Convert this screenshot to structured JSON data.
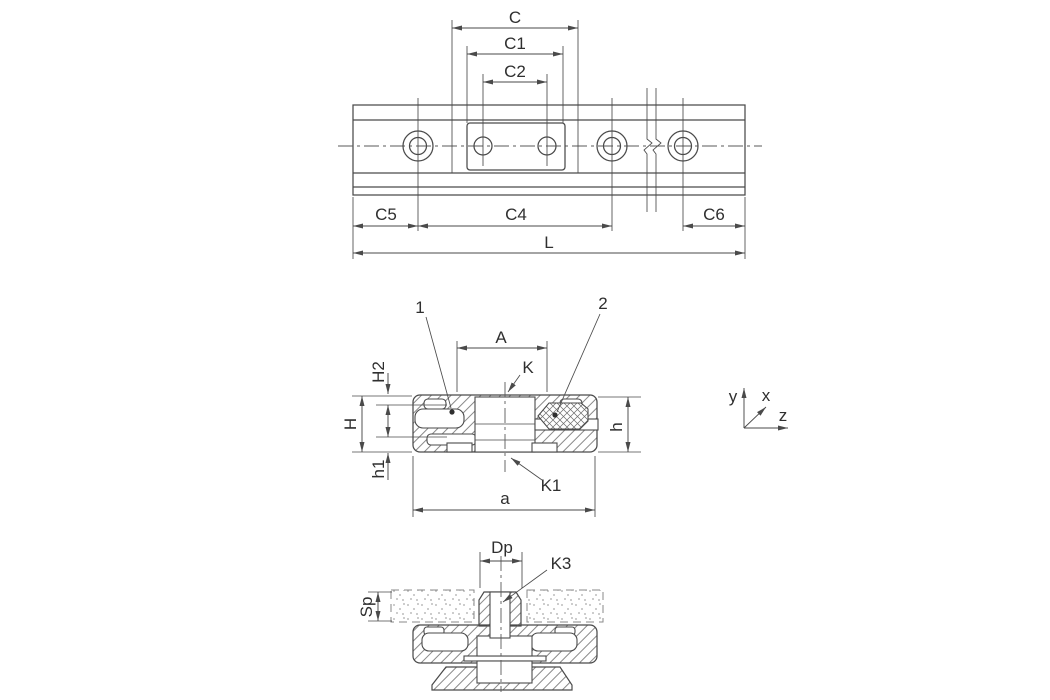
{
  "drawing_type": "linear-guide-rail-technical-drawing",
  "colors": {
    "line": "#4a4a4a",
    "label": "#2f2f2f",
    "background": "#ffffff",
    "stipple": "#a9a9a9"
  },
  "labels": {
    "c": "C",
    "c1": "C1",
    "c2": "C2",
    "c5": "C5",
    "c4": "C4",
    "c6": "C6",
    "l": "L",
    "callout1": "1",
    "callout2": "2",
    "a_upper": "A",
    "k": "K",
    "k1": "K1",
    "h2": "H2",
    "h_cap": "H",
    "h1": "h1",
    "h_small": "h",
    "a_lower": "a",
    "axis_y": "y",
    "axis_x": "x",
    "axis_z": "z",
    "dp": "Dp",
    "k3": "K3",
    "sp": "Sp"
  }
}
